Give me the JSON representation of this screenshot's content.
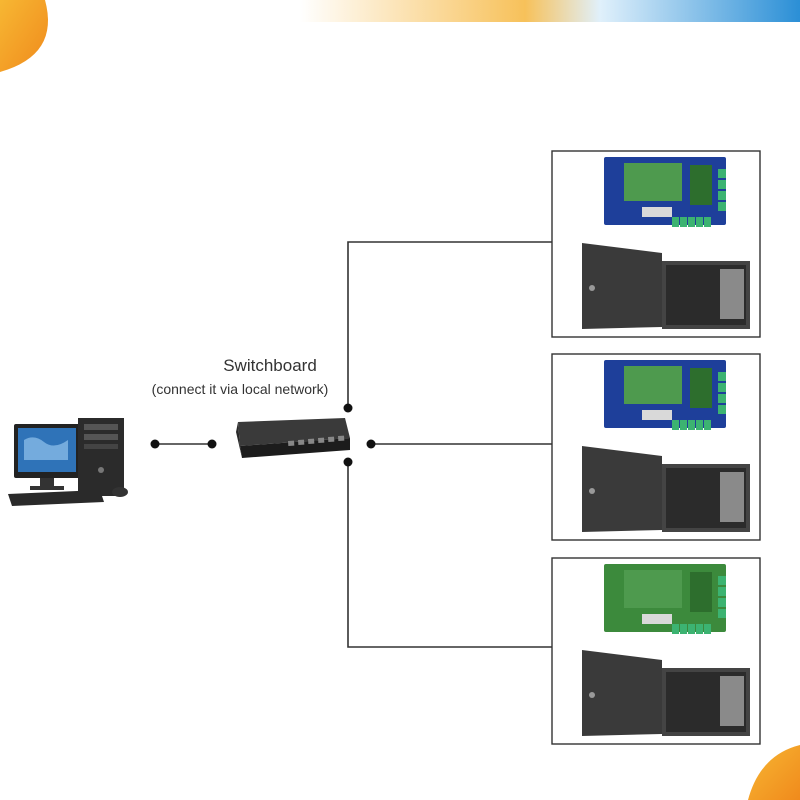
{
  "labels": {
    "switch_title": "Switchboard",
    "switch_subtitle": "(connect it via local network)"
  },
  "icons": {
    "computer": "desktop-computer-icon",
    "switch": "network-switch-icon",
    "controller": "access-control-board-icon",
    "cabinet": "power-supply-cabinet-icon"
  },
  "controller_units": [
    {
      "id": "unit-1"
    },
    {
      "id": "unit-2"
    },
    {
      "id": "unit-3"
    }
  ],
  "colors": {
    "line": "#333333",
    "board_blue": "#1e3f9a",
    "board_green": "#3c8a3c",
    "cabinet": "#3a3a3a",
    "top_banner_orange": "#f5a623",
    "top_banner_blue": "#2b8fd6"
  }
}
